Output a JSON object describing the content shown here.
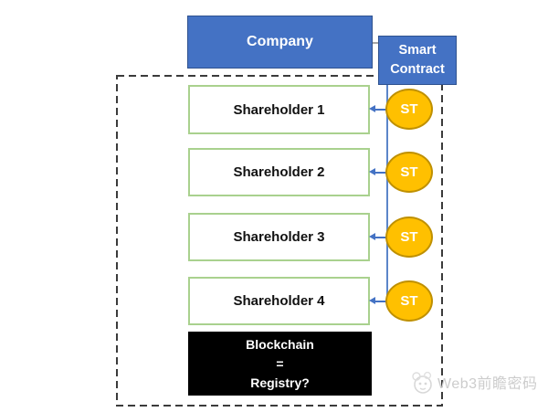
{
  "colors": {
    "box_blue": "#4472C4",
    "box_blue_border": "#2F528F",
    "shareholder_border_green": "#A9D18E",
    "token_fill_yellow": "#FFC000",
    "token_border": "#BF9000",
    "connector_blue": "#4472C4",
    "dashed_border": "#3B3B3B",
    "blockchain_box": "#000000",
    "watermark_gray": "#CCCCCC"
  },
  "diagram": {
    "company": {
      "label": "Company"
    },
    "smart_contract": {
      "label": "Smart Contract"
    },
    "shareholders": [
      {
        "label": "Shareholder 1"
      },
      {
        "label": "Shareholder 2"
      },
      {
        "label": "Shareholder 3"
      },
      {
        "label": "Shareholder 4"
      }
    ],
    "tokens": [
      {
        "label": "ST"
      },
      {
        "label": "ST"
      },
      {
        "label": "ST"
      },
      {
        "label": "ST"
      }
    ],
    "blockchain": {
      "lines": [
        "Blockchain",
        "=",
        "Registry?"
      ]
    }
  },
  "watermark": {
    "text": "Web3前瞻密码"
  }
}
